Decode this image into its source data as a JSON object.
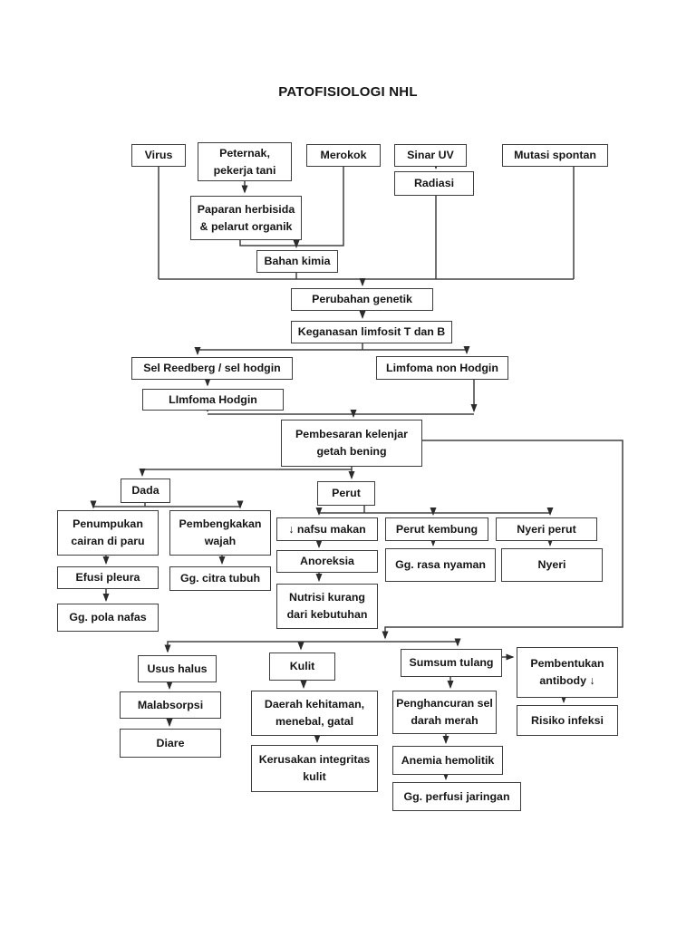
{
  "title": "PATOFISIOLOGI NHL",
  "colors": {
    "box_border": "#3d3d3d",
    "box_fill": "#ffffff",
    "text": "#151515",
    "line": "#404040"
  },
  "nodes": {
    "virus": {
      "label": "Virus"
    },
    "peternak": {
      "label": "Peternak, pekerja tani"
    },
    "merokok": {
      "label": "Merokok"
    },
    "sinar_uv": {
      "label": "Sinar UV"
    },
    "mutasi_spontan": {
      "label": "Mutasi spontan"
    },
    "radiasi": {
      "label": "Radiasi"
    },
    "paparan_herbisida": {
      "label": "Paparan herbisida & pelarut organik"
    },
    "bahan_kimia": {
      "label": "Bahan kimia"
    },
    "perubahan_genetik": {
      "label": "Perubahan genetik"
    },
    "keganasan_limfosit": {
      "label": "Keganasan limfosit T dan B"
    },
    "sel_reedberg": {
      "label": "Sel Reedberg / sel hodgin"
    },
    "limfoma_non_hodgin": {
      "label": "Limfoma non Hodgin"
    },
    "limfoma_hodgin": {
      "label": "LImfoma Hodgin"
    },
    "pembesaran_kelenjar": {
      "label": "Pembesaran kelenjar getah bening"
    },
    "dada": {
      "label": "Dada"
    },
    "perut": {
      "label": "Perut"
    },
    "penumpukan_cairan": {
      "label": "Penumpukan cairan di paru"
    },
    "pembengkakan_wajah": {
      "label": "Pembengkakan wajah"
    },
    "nafsu_makan": {
      "label": "↓ nafsu makan"
    },
    "perut_kembung": {
      "label": "Perut kembung"
    },
    "nyeri_perut": {
      "label": "Nyeri perut"
    },
    "efusi_pleura": {
      "label": "Efusi pleura"
    },
    "gg_citra_tubuh": {
      "label": "Gg. citra tubuh"
    },
    "anoreksia": {
      "label": "Anoreksia"
    },
    "gg_rasa_nyaman": {
      "label": "Gg. rasa nyaman"
    },
    "nyeri": {
      "label": "Nyeri"
    },
    "gg_pola_nafas": {
      "label": "Gg. pola nafas"
    },
    "nutrisi_kurang": {
      "label": "Nutrisi kurang dari kebutuhan"
    },
    "usus_halus": {
      "label": "Usus halus"
    },
    "kulit": {
      "label": "Kulit"
    },
    "sumsum_tulang": {
      "label": "Sumsum tulang"
    },
    "pembentukan_antibody": {
      "label": "Pembentukan antibody ↓"
    },
    "malabsorpsi": {
      "label": "Malabsorpsi"
    },
    "daerah_kehitaman": {
      "label": "Daerah kehitaman, menebal, gatal"
    },
    "penghancuran_sel": {
      "label": "Penghancuran sel darah merah"
    },
    "risiko_infeksi": {
      "label": "Risiko infeksi"
    },
    "diare": {
      "label": "Diare"
    },
    "kerusakan_integritas": {
      "label": "Kerusakan integritas kulit"
    },
    "anemia_hemolitik": {
      "label": "Anemia hemolitik"
    },
    "gg_perfusi": {
      "label": "Gg. perfusi jaringan"
    }
  },
  "edges": [
    {
      "from": "peternak",
      "to": "paparan_herbisida"
    },
    {
      "from": "paparan_herbisida",
      "to": "bahan_kimia"
    },
    {
      "from": "merokok",
      "to": "bahan_kimia"
    },
    {
      "from": "sinar_uv",
      "to": "radiasi"
    },
    {
      "from": "virus",
      "to": "perubahan_genetik"
    },
    {
      "from": "bahan_kimia",
      "to": "perubahan_genetik"
    },
    {
      "from": "radiasi",
      "to": "perubahan_genetik"
    },
    {
      "from": "mutasi_spontan",
      "to": "perubahan_genetik"
    },
    {
      "from": "perubahan_genetik",
      "to": "keganasan_limfosit"
    },
    {
      "from": "keganasan_limfosit",
      "to": "sel_reedberg"
    },
    {
      "from": "keganasan_limfosit",
      "to": "limfoma_non_hodgin"
    },
    {
      "from": "sel_reedberg",
      "to": "limfoma_hodgin"
    },
    {
      "from": "limfoma_hodgin",
      "to": "pembesaran_kelenjar"
    },
    {
      "from": "limfoma_non_hodgin",
      "to": "pembesaran_kelenjar"
    },
    {
      "from": "pembesaran_kelenjar",
      "to": "dada"
    },
    {
      "from": "pembesaran_kelenjar",
      "to": "perut"
    },
    {
      "from": "pembesaran_kelenjar",
      "to": "usus_halus"
    },
    {
      "from": "pembesaran_kelenjar",
      "to": "kulit"
    },
    {
      "from": "pembesaran_kelenjar",
      "to": "sumsum_tulang"
    },
    {
      "from": "dada",
      "to": "penumpukan_cairan"
    },
    {
      "from": "dada",
      "to": "pembengkakan_wajah"
    },
    {
      "from": "penumpukan_cairan",
      "to": "efusi_pleura"
    },
    {
      "from": "efusi_pleura",
      "to": "gg_pola_nafas"
    },
    {
      "from": "pembengkakan_wajah",
      "to": "gg_citra_tubuh"
    },
    {
      "from": "perut",
      "to": "nafsu_makan"
    },
    {
      "from": "perut",
      "to": "perut_kembung"
    },
    {
      "from": "perut",
      "to": "nyeri_perut"
    },
    {
      "from": "nafsu_makan",
      "to": "anoreksia"
    },
    {
      "from": "anoreksia",
      "to": "nutrisi_kurang"
    },
    {
      "from": "perut_kembung",
      "to": "gg_rasa_nyaman"
    },
    {
      "from": "nyeri_perut",
      "to": "nyeri"
    },
    {
      "from": "usus_halus",
      "to": "malabsorpsi"
    },
    {
      "from": "malabsorpsi",
      "to": "diare"
    },
    {
      "from": "kulit",
      "to": "daerah_kehitaman"
    },
    {
      "from": "daerah_kehitaman",
      "to": "kerusakan_integritas"
    },
    {
      "from": "sumsum_tulang",
      "to": "penghancuran_sel"
    },
    {
      "from": "sumsum_tulang",
      "to": "pembentukan_antibody"
    },
    {
      "from": "penghancuran_sel",
      "to": "anemia_hemolitik"
    },
    {
      "from": "anemia_hemolitik",
      "to": "gg_perfusi"
    },
    {
      "from": "pembentukan_antibody",
      "to": "risiko_infeksi"
    }
  ]
}
